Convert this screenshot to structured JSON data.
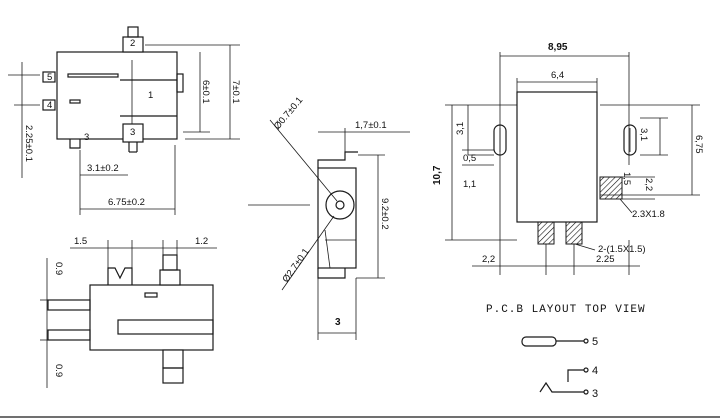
{
  "front_view": {
    "dim_1_5": "1.5",
    "dim_1_2": "1.2",
    "dim_0_9_top": "0.9",
    "dim_0_9_bottom": "0.9"
  },
  "top_view": {
    "dim_7": "7±0.1",
    "dim_6": "6±0.1",
    "dim_2_25": "2.25±0.1",
    "dim_3_1": "3.1±0.2",
    "dim_6_75": "6.75±0.2",
    "pin_1": "1",
    "pin_2": "2",
    "pin_3": "3",
    "pin_4": "4",
    "pin_5": "5"
  },
  "side_view": {
    "dim_dia_0_7": "Ø0.7±0.1",
    "dim_dia_2_7": "Ø2.7±0.1",
    "dim_1_7": "1,7±0.1",
    "dim_9_2": "9.2±0.2",
    "dim_3": "3"
  },
  "pcb_layout": {
    "title": "P.C.B LAYOUT TOP VIEW",
    "dim_8_95": "8,95",
    "dim_6_4": "6,4",
    "dim_10_7": "10,7",
    "dim_3_1_left": "3,1",
    "dim_0_5": "0,5",
    "dim_1_1": "1,1",
    "dim_3_1_right": "3,1",
    "dim_6_75": "6,75",
    "dim_1_5": "1,5",
    "dim_2_2_right": "2,2",
    "dim_2_3x1_8": "2.3X1.8",
    "dim_slots": "2-(1.5X1.5)",
    "dim_2_2_bottom": "2,2",
    "dim_2_25": "2.25"
  },
  "schematic": {
    "pin_5": "5",
    "pin_4": "4",
    "pin_3": "3"
  }
}
